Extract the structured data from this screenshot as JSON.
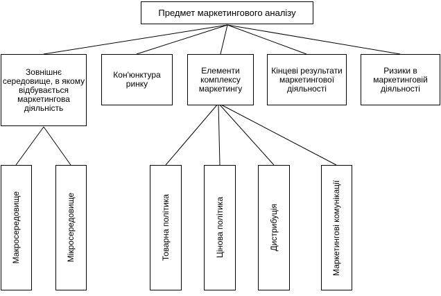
{
  "root": {
    "label": "Предмет маркетингового аналізу"
  },
  "level2": [
    {
      "label": "Зовнішнє середовище, в якому відбувається маркетингова діяльність"
    },
    {
      "label": "Кон'юнктура ринку"
    },
    {
      "label": "Елементи комплексу маркетингу"
    },
    {
      "label": "Кінцеві результати маркетингової діяльності"
    },
    {
      "label": "Ризики в маркетинговій діяльності"
    }
  ],
  "environment_children": [
    {
      "label": "Макросередовище"
    },
    {
      "label": "Мікросередовище"
    }
  ],
  "marketing_mix_children": [
    {
      "label": "Товарна політика"
    },
    {
      "label": "Цінова політика"
    },
    {
      "label": "Дистрибуція"
    },
    {
      "label": "Маркетингові комунікації"
    }
  ],
  "colors": {
    "border": "#000000",
    "background": "#ffffff",
    "text": "#000000"
  }
}
